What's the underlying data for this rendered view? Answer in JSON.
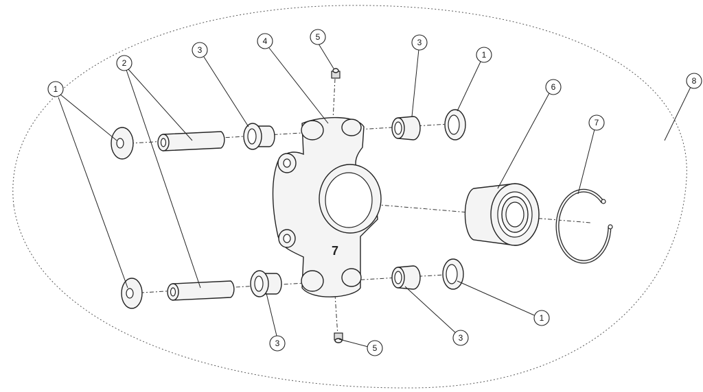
{
  "diagram": {
    "type": "exploded-view assembly",
    "callouts": {
      "c1a": "1",
      "c2": "2",
      "c3a": "3",
      "c4": "4",
      "c5a": "5",
      "c3b": "3",
      "c1b": "1",
      "c6": "6",
      "c7": "7",
      "c8": "8",
      "c1c": "1",
      "c3c": "3",
      "c5b": "5",
      "c3d": "3"
    }
  }
}
